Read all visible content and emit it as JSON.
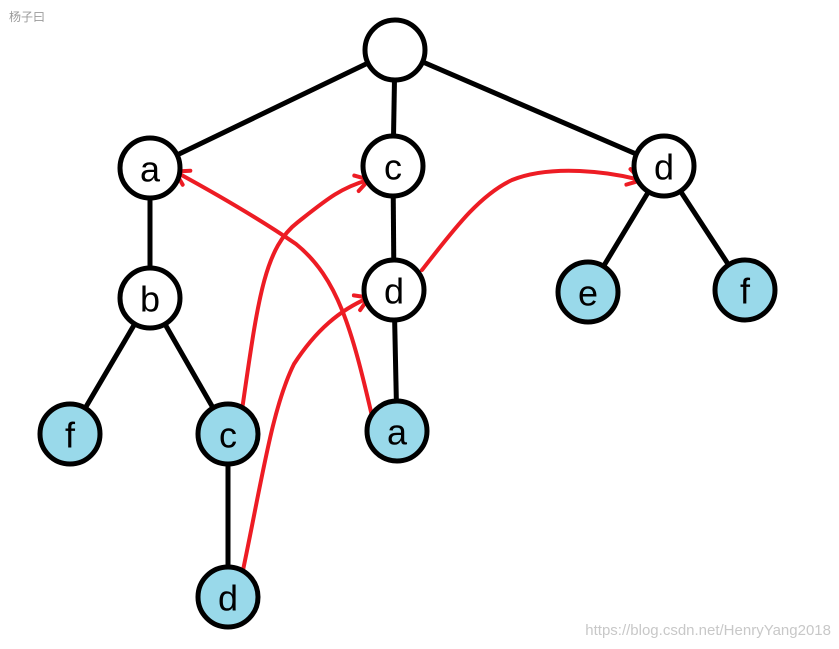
{
  "corner_label": "杨子曰",
  "watermark": "https://blog.csdn.net/HenryYang2018",
  "colors": {
    "edge": "#000000",
    "node_fill": "#ffffff",
    "leaf_fill": "#99d9ea",
    "arrow": "#ed1c24"
  },
  "tree": {
    "nodes": [
      {
        "id": "root",
        "label": ""
      },
      {
        "id": "a1",
        "label": "a"
      },
      {
        "id": "c1",
        "label": "c"
      },
      {
        "id": "d1",
        "label": "d"
      },
      {
        "id": "b1",
        "label": "b"
      },
      {
        "id": "d2",
        "label": "d"
      },
      {
        "id": "e1",
        "label": "e",
        "leaf": true
      },
      {
        "id": "f1",
        "label": "f",
        "leaf": true
      },
      {
        "id": "f2",
        "label": "f",
        "leaf": true
      },
      {
        "id": "c2",
        "label": "c",
        "leaf": true
      },
      {
        "id": "a2",
        "label": "a",
        "leaf": true
      },
      {
        "id": "d3",
        "label": "d",
        "leaf": true
      }
    ],
    "edges": [
      [
        "root",
        "a1"
      ],
      [
        "root",
        "c1"
      ],
      [
        "root",
        "d1"
      ],
      [
        "a1",
        "b1"
      ],
      [
        "c1",
        "d2"
      ],
      [
        "d1",
        "e1"
      ],
      [
        "d1",
        "f1"
      ],
      [
        "b1",
        "f2"
      ],
      [
        "b1",
        "c2"
      ],
      [
        "d2",
        "a2"
      ],
      [
        "c2",
        "d3"
      ]
    ],
    "links": [
      [
        "c2",
        "c1"
      ],
      [
        "a2",
        "a1"
      ],
      [
        "d3",
        "d2"
      ],
      [
        "d2",
        "d1"
      ]
    ]
  }
}
